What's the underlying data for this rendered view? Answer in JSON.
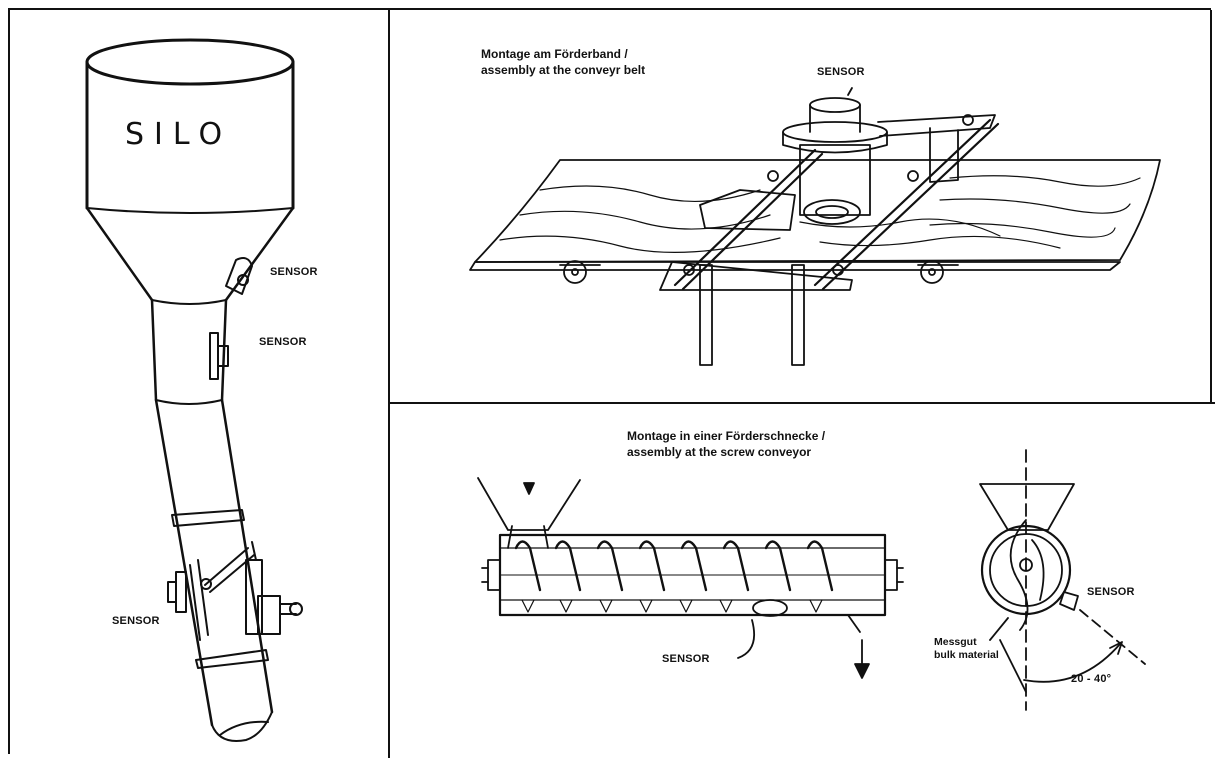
{
  "silo": {
    "label": "SILO"
  },
  "left_panel": {
    "sensor_upper": "SENSOR",
    "sensor_middle": "SENSOR",
    "sensor_lower": "SENSOR"
  },
  "conveyor_belt": {
    "title_de": "Montage am  Förderband /",
    "title_en": "assembly at the conveyr belt",
    "sensor": "SENSOR"
  },
  "screw_conveyor": {
    "title_de": "Montage in einer Förderschnecke /",
    "title_en": "assembly at the screw conveyor",
    "sensor_bottom": "SENSOR",
    "sensor_side": "SENSOR",
    "material_de": "Messgut",
    "material_en": "bulk material",
    "angle": "20 - 40°"
  },
  "colors": {
    "line": "#111111",
    "background": "#ffffff"
  }
}
